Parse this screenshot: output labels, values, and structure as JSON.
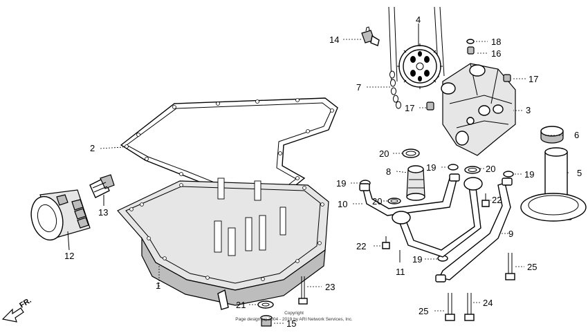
{
  "callouts": {
    "c1": "1",
    "c2": "2",
    "c3": "3",
    "c4": "4",
    "c5": "5",
    "c6": "6",
    "c7": "7",
    "c8": "8",
    "c9": "9",
    "c10": "10",
    "c11": "11",
    "c12": "12",
    "c13": "13",
    "c14": "14",
    "c15": "15",
    "c16": "16",
    "c17a": "17",
    "c17b": "17",
    "c18": "18",
    "c19a": "19",
    "c19b": "19",
    "c19c": "19",
    "c19d": "19",
    "c20a": "20",
    "c20b": "20",
    "c20c": "20",
    "c21": "21",
    "c22a": "22",
    "c22b": "22",
    "c23": "23",
    "c24": "24",
    "c25a": "25",
    "c25b": "25"
  },
  "copyright": {
    "line1": "Copyright",
    "line2": "Page design (c) 2004 - 2019 by ARI Network Services, Inc."
  },
  "direction": {
    "label": "FR."
  }
}
